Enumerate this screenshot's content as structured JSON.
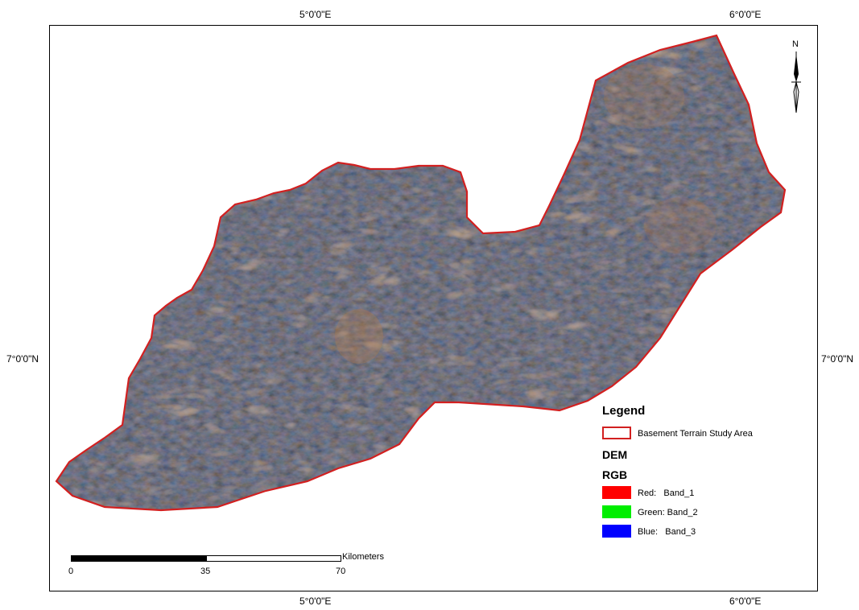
{
  "graticule": {
    "lon_labels": [
      "5°0'0\"E",
      "6°0'0\"E"
    ],
    "lat_labels": [
      "7°0'0\"N"
    ]
  },
  "north_arrow": {
    "label": "N",
    "icon": "north-arrow-icon"
  },
  "legend": {
    "title": "Legend",
    "study_area": "Basement Terrain Study Area",
    "layer": "DEM",
    "composite": "RGB",
    "bands": [
      {
        "label": "Red:   Band_1",
        "color": "#ff0000"
      },
      {
        "label": "Green: Band_2",
        "color": "#00ee00"
      },
      {
        "label": "Blue:   Band_3",
        "color": "#0000ff"
      }
    ],
    "boundary_color": "#d22020"
  },
  "scale_bar": {
    "unit": "Kilometers",
    "ticks": [
      "0",
      "35",
      "70"
    ]
  },
  "colors": {
    "terrain_base": "#7b7e83",
    "terrain_warm": "#b27a4e",
    "terrain_cool": "#5f86b4"
  }
}
